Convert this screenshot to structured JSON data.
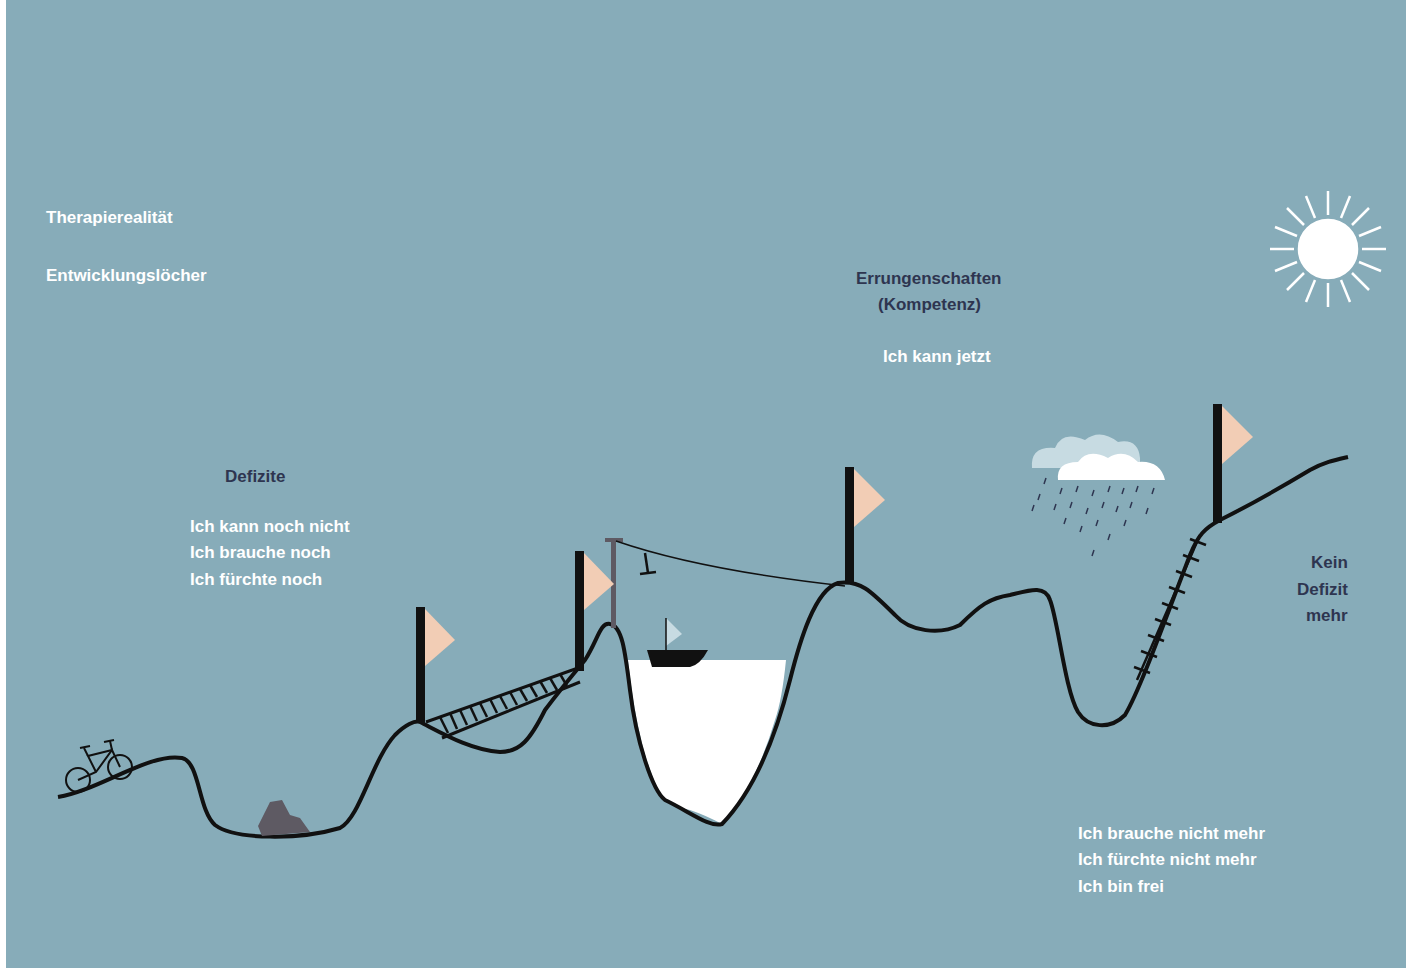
{
  "diagram": {
    "labels": [
      "Therapierealität",
      "Entwicklungslöcher",
      "Defizite",
      "Ich kann noch nicht",
      "Ich brauche noch",
      "Ich fürchte noch",
      "Errungenschaften",
      "(Kompetenz)",
      "Ich kann jetzt",
      "Kein",
      "Defizit",
      "mehr",
      "Ich brauche nicht mehr",
      "Ich fürchte nicht mehr",
      "Ich bin frei"
    ]
  }
}
